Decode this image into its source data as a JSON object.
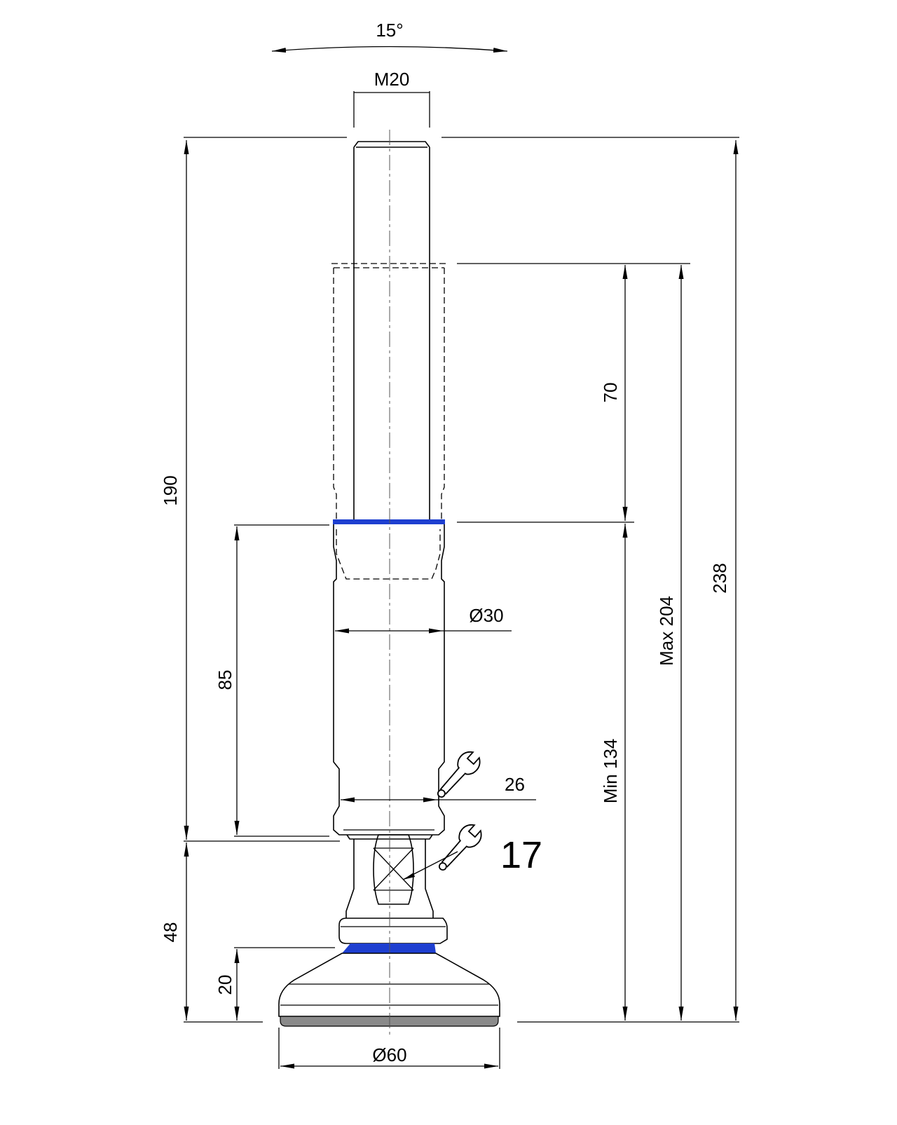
{
  "colors": {
    "line": "#000000",
    "accent_blue": "#1e3fd0",
    "pad_grey": "#8a8a8a"
  },
  "dimensions": {
    "swivel_angle": "15°",
    "thread": "M20",
    "shaft_diameter": "Ø30",
    "stroke": "70",
    "body_length": "85",
    "total_height_min": "Min 134",
    "total_height_max": "Max 204",
    "overall_height": "238",
    "thread_length": "190",
    "base_height": "48",
    "foot_height": "20",
    "foot_diameter": "Ø60"
  },
  "wrenches": {
    "body_wrench_size": "26",
    "nut_wrench_size": "17"
  },
  "icons": {
    "wrench_1": "wrench-icon",
    "wrench_2": "wrench-icon"
  }
}
